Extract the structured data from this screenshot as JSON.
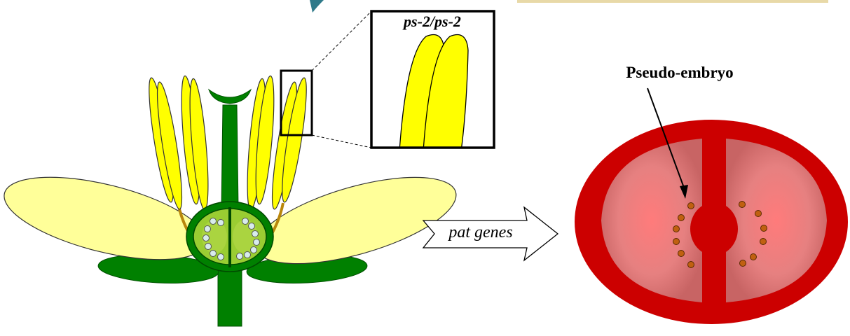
{
  "labels": {
    "inset_genotype": "ps-2/ps-2",
    "arrow_label": "pat genes",
    "fruit_annotation": "Pseudo-embryo"
  },
  "colors": {
    "petal_fill": "#ffff99",
    "anther_fill": "#ffff00",
    "pistil_green": "#008000",
    "ovary_light": "#9acd32",
    "ovule_fill": "#d8ecec",
    "fruit_skin": "#cc0000",
    "fruit_flesh": "#e07777",
    "seed_brown": "#c06010"
  }
}
